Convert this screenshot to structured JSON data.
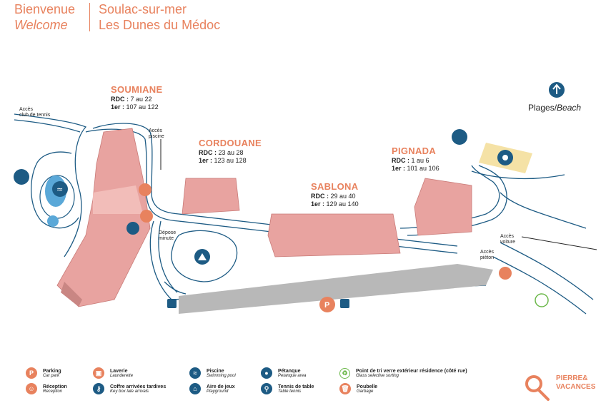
{
  "header": {
    "welcome_fr": "Bienvenue",
    "welcome_en": "Welcome",
    "town": "Soulac-sur-mer",
    "residence": "Les Dunes du Médoc"
  },
  "map": {
    "beach": {
      "fr": "Plages",
      "en": "Beach"
    },
    "buildings": [
      {
        "name": "SOUMIANE",
        "rdc": "7 au 22",
        "first": "107 au 122"
      },
      {
        "name": "CORDOUANE",
        "rdc": "23 au 28",
        "first": "123 au 128"
      },
      {
        "name": "SABLONA",
        "rdc": "29 au 40",
        "first": "129 au 140"
      },
      {
        "name": "PIGNADA",
        "rdc": "1 au 6",
        "first": "101 au 106"
      }
    ],
    "rdc_label": "RDC :",
    "first_label": "1er :",
    "labels": {
      "tennis_1": "Accès",
      "tennis_2": "club de tennis",
      "pool_access_1": "Accès",
      "pool_access_2": "piscine",
      "dropoff_1": "Dépose",
      "dropoff_2": "minute",
      "car_access_1": "Accès",
      "car_access_2": "voiture",
      "pedestrian_access_1": "Accès",
      "pedestrian_access_2": "piéton"
    },
    "colors": {
      "accent": "#e8825e",
      "blue": "#1d5b84",
      "building": "#e8a3a0",
      "path": "#1d5b84",
      "green": "#6cb84a",
      "sand": "#f5e2a6"
    }
  },
  "legend": [
    {
      "icon": "parking-icon",
      "color": "orange",
      "fr": "Parking",
      "en": "Car park",
      "glyph": "P"
    },
    {
      "icon": "reception-icon",
      "color": "orange",
      "fr": "Réception",
      "en": "Reception",
      "glyph": "☺"
    },
    {
      "icon": "laundry-icon",
      "color": "orange",
      "fr": "Laverie",
      "en": "Launderette",
      "glyph": "▣"
    },
    {
      "icon": "key-box-icon",
      "color": "blue",
      "fr": "Coffre arrivées tardives",
      "en": "Key box late arrivals",
      "glyph": "⚷"
    },
    {
      "icon": "pool-icon",
      "color": "blue",
      "fr": "Piscine",
      "en": "Swimming pool",
      "glyph": "≈"
    },
    {
      "icon": "playground-icon",
      "color": "blue",
      "fr": "Aire de jeux",
      "en": "Playground",
      "glyph": "⌂"
    },
    {
      "icon": "petanque-icon",
      "color": "blue",
      "fr": "Pétanque",
      "en": "Petanque area",
      "glyph": "●"
    },
    {
      "icon": "table-tennis-icon",
      "color": "blue",
      "fr": "Tennis de table",
      "en": "Table tennis",
      "glyph": "⚲"
    },
    {
      "icon": "glass-recycling-icon",
      "color": "green",
      "fr": "Point de tri verre extérieur résidence (côté rue)",
      "en": "Glass selective sorting",
      "glyph": "♻"
    },
    {
      "icon": "garbage-icon",
      "color": "orange",
      "fr": "Poubelle",
      "en": "Garbage",
      "glyph": "🗑"
    }
  ],
  "brand": {
    "line1": "PIERRE&",
    "line2": "VACANCES"
  }
}
